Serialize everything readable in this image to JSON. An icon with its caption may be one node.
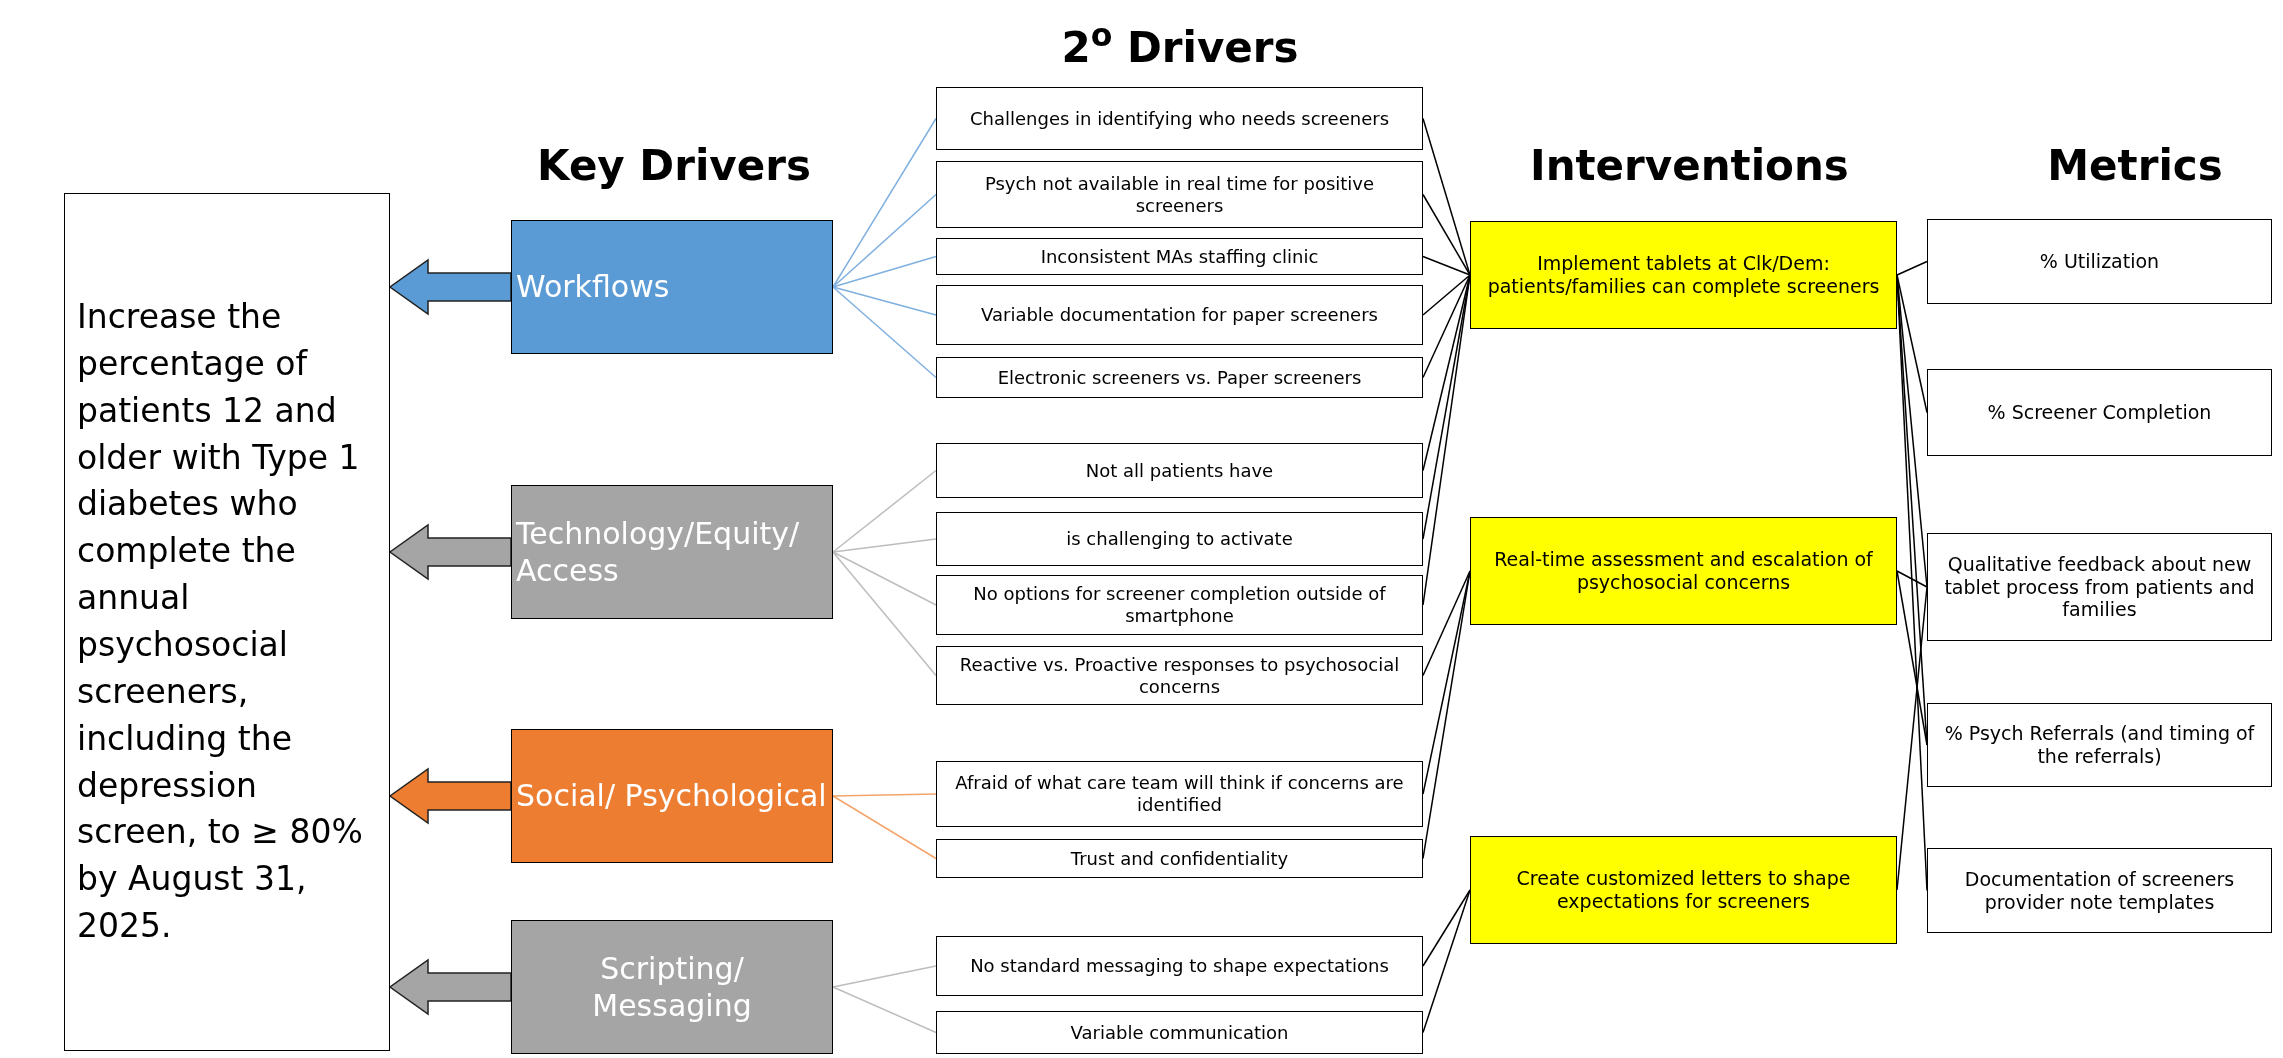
{
  "diagram": {
    "nodes": [
      {
        "text": [
          "Increase the percentage of patients 12 and older with Type 1 diabetes who complete the annual psychosocial screeners, including the depression screen, to ≥ 80% by August 31, 2025."
        ]
      },
      {
        "text": [
          "Workflows"
        ]
      },
      {
        "text": [
          "Technology/Equity/ Access"
        ]
      },
      {
        "text": [
          "Social/ Psychological"
        ]
      },
      {
        "text": [
          "Scripting/ Messaging"
        ]
      },
      {
        "text": [
          "Challenges in identifying who needs screeners"
        ]
      },
      {
        "text": [
          "Psych not available in real time for positive screeners"
        ]
      },
      {
        "text": [
          "Inconsistent MAs staffing clinic"
        ]
      },
      {
        "text": [
          "Variable documentation for paper screeners"
        ]
      },
      {
        "text": [
          "Electronic screeners vs. Paper screeners"
        ]
      },
      {
        "text": [
          "Not all patients have"
        ]
      },
      {
        "text": [
          "is challenging to activate"
        ]
      },
      {
        "text": [
          "No options for screener completion outside of smartphone"
        ]
      },
      {
        "text": [
          "Reactive vs. Proactive responses to psychosocial concerns"
        ]
      },
      {
        "text": [
          "Afraid of what care team will think if concerns are identified"
        ]
      },
      {
        "text": [
          "Trust and confidentiality"
        ]
      },
      {
        "text": [
          "No standard messaging to shape expectations"
        ]
      },
      {
        "text": [
          "Variable communication"
        ]
      },
      {
        "text": [
          "Implement tablets at Clk/Dem: patients/families can complete screeners"
        ]
      },
      {
        "text": [
          "Real-time assessment and escalation of psychosocial concerns"
        ]
      },
      {
        "text": [
          "Create customized letters to shape expectations for screeners"
        ]
      },
      {
        "text": [
          "% Utilization"
        ]
      },
      {
        "text": [
          "% Screener Completion"
        ]
      },
      {
        "text": [
          "Qualitative feedback about new tablet process from patients and families"
        ]
      },
      {
        "text": [
          "% Psych Referrals (and timing of the referrals)"
        ]
      },
      {
        "text": [
          "Documentation of screeners provider note templates"
        ]
      }
    ],
    "edges": [
      {
        "from": 1,
        "to": 0,
        "arrow": "to",
        "style": "thick",
        "color": "#5b9bd5"
      },
      {
        "from": 2,
        "to": 0,
        "arrow": "to",
        "style": "thick",
        "color": "#a5a5a5"
      },
      {
        "from": 3,
        "to": 0,
        "arrow": "to",
        "style": "thick",
        "color": "#ed7d31"
      },
      {
        "from": 4,
        "to": 0,
        "arrow": "to",
        "style": "thick",
        "color": "#a5a5a5"
      },
      {
        "from": 1,
        "to": 5,
        "arrow": "none",
        "color": "#7fb0e0"
      },
      {
        "from": 1,
        "to": 6,
        "arrow": "none",
        "color": "#7fb0e0"
      },
      {
        "from": 1,
        "to": 7,
        "arrow": "none",
        "color": "#7fb0e0"
      },
      {
        "from": 1,
        "to": 8,
        "arrow": "none",
        "color": "#7fb0e0"
      },
      {
        "from": 1,
        "to": 9,
        "arrow": "none",
        "color": "#7fb0e0"
      },
      {
        "from": 2,
        "to": 10,
        "arrow": "none",
        "color": "#bdbdbd"
      },
      {
        "from": 2,
        "to": 11,
        "arrow": "none",
        "color": "#bdbdbd"
      },
      {
        "from": 2,
        "to": 12,
        "arrow": "none",
        "color": "#bdbdbd"
      },
      {
        "from": 2,
        "to": 13,
        "arrow": "none",
        "color": "#bdbdbd"
      },
      {
        "from": 3,
        "to": 14,
        "arrow": "none",
        "color": "#f4a46a"
      },
      {
        "from": 3,
        "to": 15,
        "arrow": "none",
        "color": "#f4a46a"
      },
      {
        "from": 4,
        "to": 16,
        "arrow": "none",
        "color": "#bdbdbd"
      },
      {
        "from": 4,
        "to": 17,
        "arrow": "none",
        "color": "#bdbdbd"
      },
      {
        "from": 5,
        "to": 18,
        "arrow": "none"
      },
      {
        "from": 6,
        "to": 18,
        "arrow": "none"
      },
      {
        "from": 7,
        "to": 18,
        "arrow": "none"
      },
      {
        "from": 8,
        "to": 18,
        "arrow": "none"
      },
      {
        "from": 9,
        "to": 18,
        "arrow": "none"
      },
      {
        "from": 10,
        "to": 18,
        "arrow": "none"
      },
      {
        "from": 11,
        "to": 18,
        "arrow": "none"
      },
      {
        "from": 12,
        "to": 18,
        "arrow": "none"
      },
      {
        "from": 13,
        "to": 19,
        "arrow": "none"
      },
      {
        "from": 14,
        "to": 19,
        "arrow": "none"
      },
      {
        "from": 15,
        "to": 19,
        "arrow": "none"
      },
      {
        "from": 16,
        "to": 20,
        "arrow": "none"
      },
      {
        "from": 17,
        "to": 20,
        "arrow": "none"
      },
      {
        "from": 18,
        "to": 21,
        "arrow": "none"
      },
      {
        "from": 18,
        "to": 22,
        "arrow": "none"
      },
      {
        "from": 18,
        "to": 23,
        "arrow": "none"
      },
      {
        "from": 18,
        "to": 24,
        "arrow": "none"
      },
      {
        "from": 18,
        "to": 25,
        "arrow": "none"
      },
      {
        "from": 19,
        "to": 23,
        "arrow": "none"
      },
      {
        "from": 19,
        "to": 24,
        "arrow": "none"
      },
      {
        "from": 20,
        "to": 23,
        "arrow": "none"
      }
    ],
    "labels": [
      "2$^{o}$ Drivers",
      "Key Drivers",
      "Interventions",
      "Metrics"
    ]
  }
}
